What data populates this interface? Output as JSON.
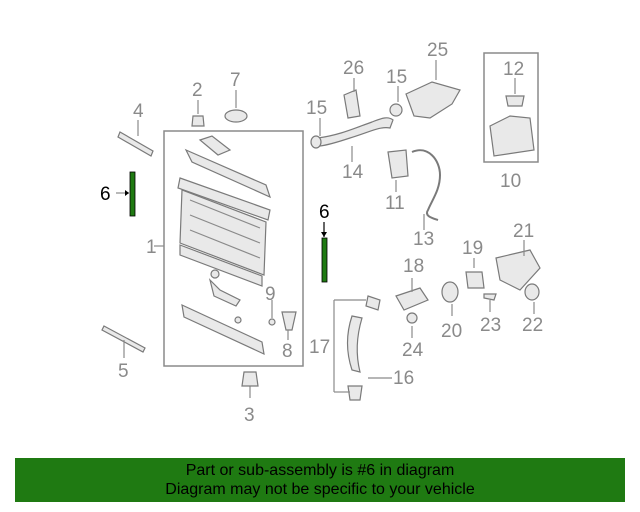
{
  "callouts": {
    "c1": "1",
    "c2": "2",
    "c3": "3",
    "c4": "4",
    "c5": "5",
    "c6a": "6",
    "c6b": "6",
    "c7": "7",
    "c8": "8",
    "c9": "9",
    "c10": "10",
    "c11": "11",
    "c12": "12",
    "c13": "13",
    "c14": "14",
    "c15a": "15",
    "c15b": "15",
    "c16": "16",
    "c17": "17",
    "c18": "18",
    "c19": "19",
    "c20": "20",
    "c21": "21",
    "c22": "22",
    "c23": "23",
    "c24": "24",
    "c25": "25",
    "c26": "26"
  },
  "highlight_color": "#1f7a12",
  "banner": {
    "line1": "Part or sub-assembly is #6 in diagram",
    "line2": "Diagram may not be specific to your vehicle"
  }
}
